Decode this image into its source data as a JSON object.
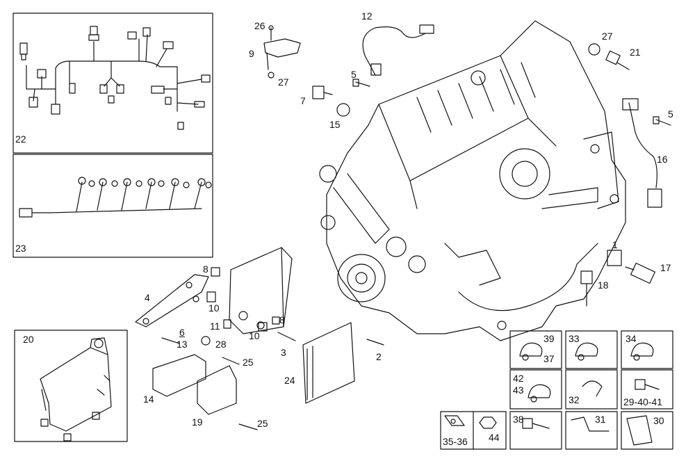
{
  "diagram": {
    "type": "exploded-parts-diagram",
    "callouts": {
      "c1": "1",
      "c2": "2",
      "c3": "3",
      "c4": "4",
      "c5a": "5",
      "c5b": "5",
      "c6": "6",
      "c7": "7",
      "c8a": "8",
      "c8b": "8",
      "c9": "9",
      "c10a": "10",
      "c10b": "10",
      "c11": "11",
      "c12": "12",
      "c13": "13",
      "c14": "14",
      "c15": "15",
      "c16": "16",
      "c17": "17",
      "c18": "18",
      "c19": "19",
      "c20": "20",
      "c21": "21",
      "c22": "22",
      "c23": "23",
      "c24": "24",
      "c25a": "25",
      "c25b": "25",
      "c26": "26",
      "c27a": "27",
      "c27b": "27",
      "c28": "28"
    },
    "kit_boxes": {
      "b39": "39",
      "b37": "37",
      "b33": "33",
      "b34": "34",
      "b42": "42",
      "b43": "43",
      "b32": "32",
      "b294041": "29-40-41",
      "b3536": "35-36",
      "b44": "44",
      "b38": "38",
      "b31": "31",
      "b30": "30"
    }
  },
  "colors": {
    "line": "#111111",
    "background": "#ffffff"
  }
}
